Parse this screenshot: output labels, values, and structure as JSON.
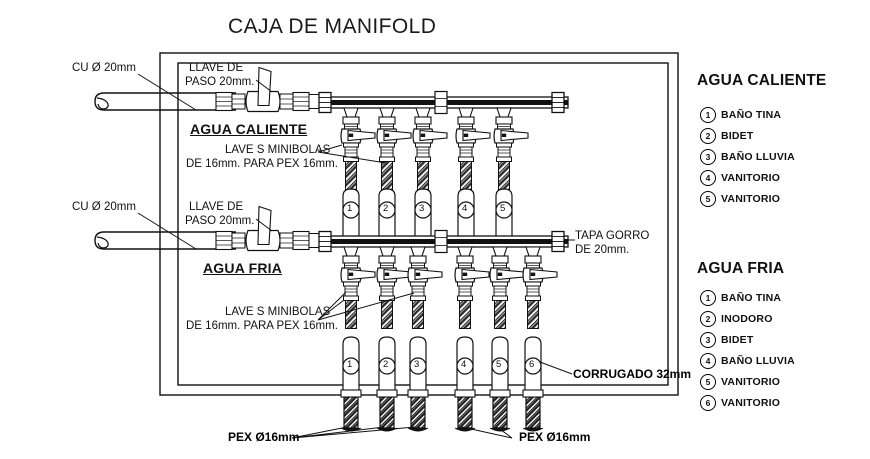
{
  "title": "CAJA DE MANIFOLD",
  "annotations": {
    "cu_top": "CU Ø 20mm",
    "cu_bottom": "CU Ø 20mm",
    "llave_paso_top_l1": "LLAVE DE",
    "llave_paso_top_l2": "PASO 20mm.",
    "llave_paso_bot_l1": "LLAVE DE",
    "llave_paso_bot_l2": "PASO 20mm.",
    "section_hot": "AGUA CALIENTE",
    "section_cold": "AGUA FRIA",
    "minibolas_top_l1": "LAVE S MINIBOLAS",
    "minibolas_top_l2": "DE 16mm. PARA PEX 16mm.",
    "minibolas_bot_l1": "LAVE S MINIBOLAS",
    "minibolas_bot_l2": "DE 16mm. PARA PEX 16mm.",
    "tapa_gorro_l1": "TAPA GORRO",
    "tapa_gorro_l2": "DE 20mm.",
    "corrugado": "CORRUGADO 32mm",
    "pex_left": "PEX Ø16mm",
    "pex_right": "PEX Ø16mm"
  },
  "manifold_hot": {
    "outlet_count": 5,
    "numbers": [
      "1",
      "2",
      "3",
      "4",
      "5"
    ]
  },
  "manifold_cold": {
    "outlet_count": 6,
    "numbers": [
      "1",
      "2",
      "3",
      "4",
      "5",
      "6"
    ]
  },
  "legend_hot": {
    "heading": "AGUA CALIENTE",
    "items": [
      {
        "num": "1",
        "label": "BAÑO TINA"
      },
      {
        "num": "2",
        "label": "BIDET"
      },
      {
        "num": "3",
        "label": "BAÑO LLUVIA"
      },
      {
        "num": "4",
        "label": "VANITORIO"
      },
      {
        "num": "5",
        "label": "VANITORIO"
      }
    ]
  },
  "legend_cold": {
    "heading": "AGUA FRIA",
    "items": [
      {
        "num": "1",
        "label": "BAÑO TINA"
      },
      {
        "num": "2",
        "label": "INODORO"
      },
      {
        "num": "3",
        "label": "BIDET"
      },
      {
        "num": "4",
        "label": "BAÑO LLUVIA"
      },
      {
        "num": "5",
        "label": "VANITORIO"
      },
      {
        "num": "6",
        "label": "VANITORIO"
      }
    ]
  },
  "colors": {
    "line": "#111111",
    "background": "#ffffff",
    "hatch": "#3a3a3a"
  }
}
